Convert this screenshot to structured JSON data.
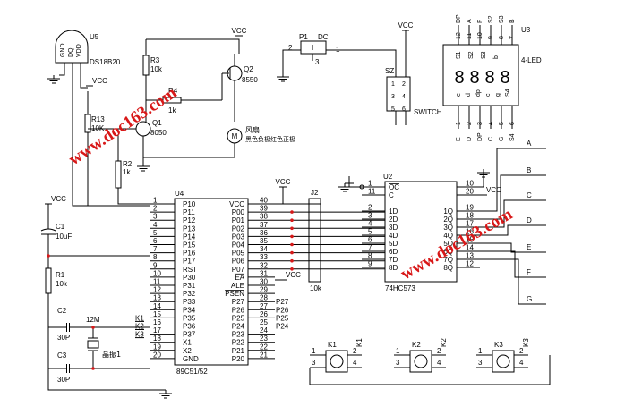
{
  "mcu": {
    "ref": "U4",
    "part": "89C51/52",
    "left_pins": [
      {
        "num": "1",
        "name": "P10"
      },
      {
        "num": "2",
        "name": "P11"
      },
      {
        "num": "3",
        "name": "P12"
      },
      {
        "num": "4",
        "name": "P13"
      },
      {
        "num": "5",
        "name": "P14"
      },
      {
        "num": "6",
        "name": "P15"
      },
      {
        "num": "7",
        "name": "P16"
      },
      {
        "num": "8",
        "name": "P17"
      },
      {
        "num": "9",
        "name": "RST"
      },
      {
        "num": "10",
        "name": "P30"
      },
      {
        "num": "11",
        "name": "P31"
      },
      {
        "num": "12",
        "name": "P32"
      },
      {
        "num": "13",
        "name": "P33"
      },
      {
        "num": "14",
        "name": "P34"
      },
      {
        "num": "15",
        "name": "P35"
      },
      {
        "num": "16",
        "name": "P36"
      },
      {
        "num": "17",
        "name": "P37"
      },
      {
        "num": "18",
        "name": "X1"
      },
      {
        "num": "19",
        "name": "X2"
      },
      {
        "num": "20",
        "name": "GND"
      }
    ],
    "right_pins": [
      {
        "num": "40",
        "name": "VCC"
      },
      {
        "num": "39",
        "name": "P00"
      },
      {
        "num": "38",
        "name": "P01"
      },
      {
        "num": "37",
        "name": "P02"
      },
      {
        "num": "36",
        "name": "P03"
      },
      {
        "num": "35",
        "name": "P04"
      },
      {
        "num": "34",
        "name": "P05"
      },
      {
        "num": "33",
        "name": "P06"
      },
      {
        "num": "32",
        "name": "P07"
      },
      {
        "num": "31",
        "name": "EA"
      },
      {
        "num": "30",
        "name": "ALE"
      },
      {
        "num": "29",
        "name": "PSEN"
      },
      {
        "num": "28",
        "name": "P27"
      },
      {
        "num": "27",
        "name": "P26"
      },
      {
        "num": "26",
        "name": "P25"
      },
      {
        "num": "25",
        "name": "P24"
      },
      {
        "num": "24",
        "name": "P23"
      },
      {
        "num": "23",
        "name": "P22"
      },
      {
        "num": "22",
        "name": "P21"
      },
      {
        "num": "21",
        "name": "P20"
      }
    ],
    "port2_nets": [
      "P27",
      "P26",
      "P25",
      "P24"
    ],
    "key_nets": [
      "K1",
      "K2",
      "K3"
    ]
  },
  "latch": {
    "ref": "U2",
    "part": "74HC573",
    "left_pins": [
      {
        "num": "1",
        "name": "OC"
      },
      {
        "num": "11",
        "name": "C"
      },
      {
        "num": "2",
        "name": "1D"
      },
      {
        "num": "3",
        "name": "2D"
      },
      {
        "num": "4",
        "name": "3D"
      },
      {
        "num": "5",
        "name": "4D"
      },
      {
        "num": "6",
        "name": "5D"
      },
      {
        "num": "7",
        "name": "6D"
      },
      {
        "num": "8",
        "name": "7D"
      },
      {
        "num": "9",
        "name": "8D"
      }
    ],
    "right_pins": [
      {
        "num": "10",
        "name": ""
      },
      {
        "num": "20",
        "name": ""
      },
      {
        "num": "19",
        "name": "1Q"
      },
      {
        "num": "18",
        "name": "2Q"
      },
      {
        "num": "17",
        "name": "3Q"
      },
      {
        "num": "16",
        "name": "4Q"
      },
      {
        "num": "15",
        "name": "5Q"
      },
      {
        "num": "14",
        "name": "6Q"
      },
      {
        "num": "13",
        "name": "7Q"
      },
      {
        "num": "12",
        "name": "8Q"
      }
    ],
    "output_labels": [
      "A",
      "B",
      "C",
      "D",
      "E",
      "F",
      "G"
    ]
  },
  "pullup": {
    "ref": "J2",
    "value": "10k"
  },
  "sensor": {
    "ref": "U5",
    "part": "DS18B20",
    "pins": [
      "GND",
      "DQ",
      "VDD"
    ]
  },
  "resistors": {
    "r3": {
      "ref": "R3",
      "value": "10k"
    },
    "r4": {
      "ref": "R4",
      "value": "1k"
    },
    "r13": {
      "ref": "R13",
      "value": "10K"
    },
    "r2": {
      "ref": "R2",
      "value": "1k"
    },
    "r1": {
      "ref": "R1",
      "value": "10k"
    }
  },
  "transistors": {
    "q1": {
      "ref": "Q1",
      "part": "8050"
    },
    "q2": {
      "ref": "Q2",
      "part": "8550"
    }
  },
  "fan": {
    "symbol": "M",
    "label_line1": "风扇",
    "label_line2": "黑色负极红色正极"
  },
  "power": {
    "vcc": "VCC",
    "ref": "P1",
    "part": "DC",
    "pin1": "1",
    "pin2": "2",
    "pin3": "3"
  },
  "switch": {
    "ref": "SZ",
    "part": "SWITCH",
    "pins": [
      "1",
      "2",
      "3",
      "4",
      "5",
      "6"
    ]
  },
  "display": {
    "ref": "U3",
    "part": "4-LED",
    "top_pins": [
      "12",
      "11",
      "10",
      "9",
      "8",
      "7"
    ],
    "top_nets": [
      "DP",
      "A",
      "F",
      "S2",
      "S3",
      "B"
    ],
    "bottom_pins": [
      "1",
      "2",
      "3",
      "4",
      "5",
      "6"
    ],
    "bottom_nets": [
      "E",
      "D",
      "DP",
      "C",
      "G",
      "S4"
    ],
    "segment_labels": [
      "S1",
      "S2",
      "S3",
      "b",
      "e",
      "d",
      "dp",
      "c",
      "g",
      "S4"
    ],
    "digits": [
      "8",
      "8",
      "8",
      "8"
    ]
  },
  "capacitors": {
    "c1": {
      "ref": "C1",
      "value": "10uF"
    },
    "c2": {
      "ref": "C2",
      "value": "30P"
    },
    "c3": {
      "ref": "C3",
      "value": "30P"
    }
  },
  "crystal": {
    "ref": "晶振1",
    "value": "12M"
  },
  "keys": [
    {
      "ref": "K1",
      "net": "K1",
      "pins": [
        "1",
        "2",
        "3",
        "4"
      ]
    },
    {
      "ref": "K2",
      "net": "K2",
      "pins": [
        "1",
        "2",
        "3",
        "4"
      ]
    },
    {
      "ref": "K3",
      "net": "K3",
      "pins": [
        "1",
        "2",
        "3",
        "4"
      ]
    }
  ],
  "watermark": "www.doc163.com",
  "colors": {
    "wire": "#000000",
    "watermark": "#d81818",
    "junction": "#d81818"
  }
}
